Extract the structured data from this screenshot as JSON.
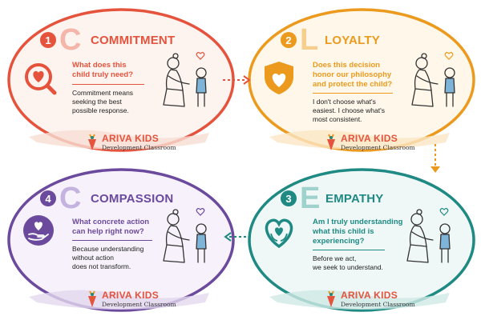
{
  "cards": [
    {
      "number": "1",
      "letter": "C",
      "title": "COMMITMENT",
      "question": [
        "What does this",
        "child truly need?"
      ],
      "description": [
        "Commitment means",
        "seeking the best",
        "possible response."
      ],
      "color": "#e5533d",
      "fill": "#fdece6",
      "icon": "heart-magnifier-icon"
    },
    {
      "number": "2",
      "letter": "L",
      "title": "LOYALTY",
      "question": [
        "Does this decision",
        "honor our philosophy",
        "and protect the child?"
      ],
      "description": [
        "I don't choose what's",
        "easiest. I choose what's",
        "most consistent."
      ],
      "color": "#ec9a1d",
      "fill": "#fdf0dc",
      "icon": "heart-shield-icon"
    },
    {
      "number": "4",
      "letter": "C",
      "title": "COMPASSION",
      "question": [
        "What concrete action",
        "can help right now?"
      ],
      "description": [
        "Because understanding",
        "without action",
        "does not transform."
      ],
      "color": "#6b4a9e",
      "fill": "#efe8f6",
      "icon": "heart-hand-icon"
    },
    {
      "number": "3",
      "letter": "E",
      "title": "EMPATHY",
      "question": [
        "Am I truly understanding",
        "what this child is",
        "experiencing?"
      ],
      "description": [
        "Before we act,",
        "we seek to understand."
      ],
      "color": "#1f8a83",
      "fill": "#e3f3f1",
      "icon": "heart-hands-icon"
    }
  ],
  "brand": {
    "name": "ARIVA KIDS",
    "subtitle": "Development Classroom"
  }
}
